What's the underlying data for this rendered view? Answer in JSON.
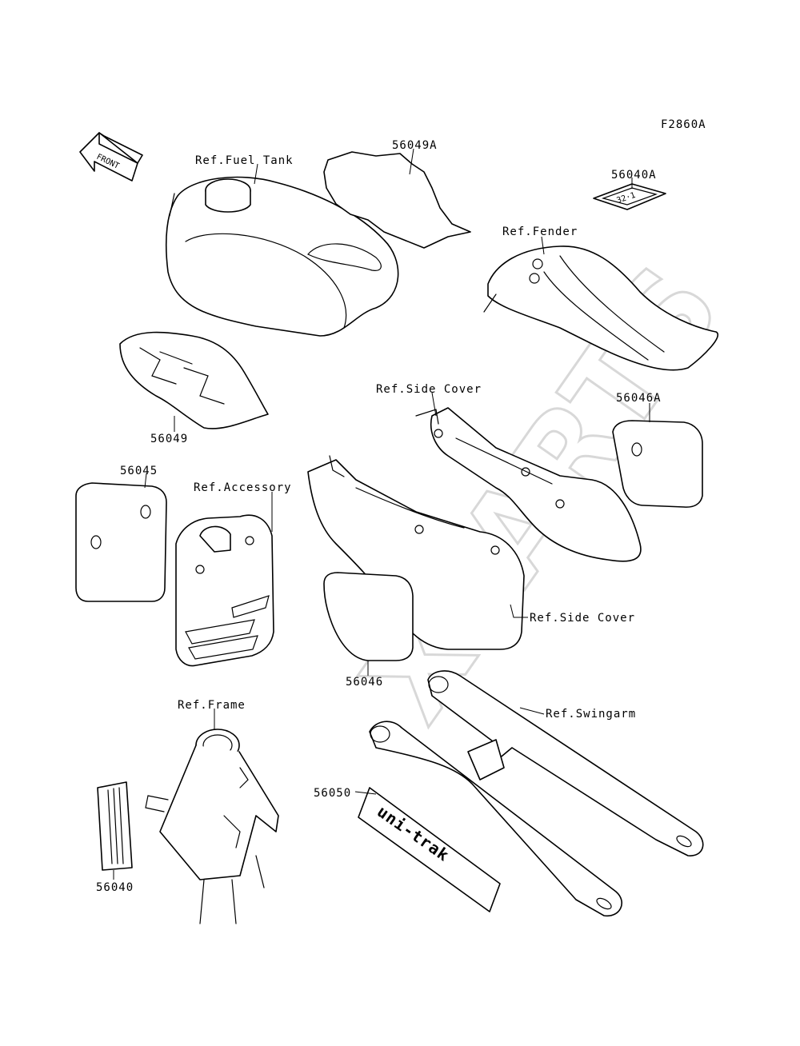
{
  "figure_id": "F2860A",
  "watermark": "XPARTS",
  "front_arrow": "FRONT",
  "decal_56040A_text": "32·1",
  "decal_56050_text": "uni-trak",
  "callouts": {
    "ref_fuel_tank": "Ref.Fuel Tank",
    "p56049A": "56049A",
    "p56040A": "56040A",
    "ref_fender": "Ref.Fender",
    "p56049": "56049",
    "ref_side_cover_top": "Ref.Side Cover",
    "p56046A": "56046A",
    "p56045": "56045",
    "ref_accessory": "Ref.Accessory",
    "ref_side_cover_bottom": "Ref.Side Cover",
    "p56046": "56046",
    "ref_frame": "Ref.Frame",
    "ref_swingarm": "Ref.Swingarm",
    "p56050": "56050",
    "p56040": "56040"
  }
}
